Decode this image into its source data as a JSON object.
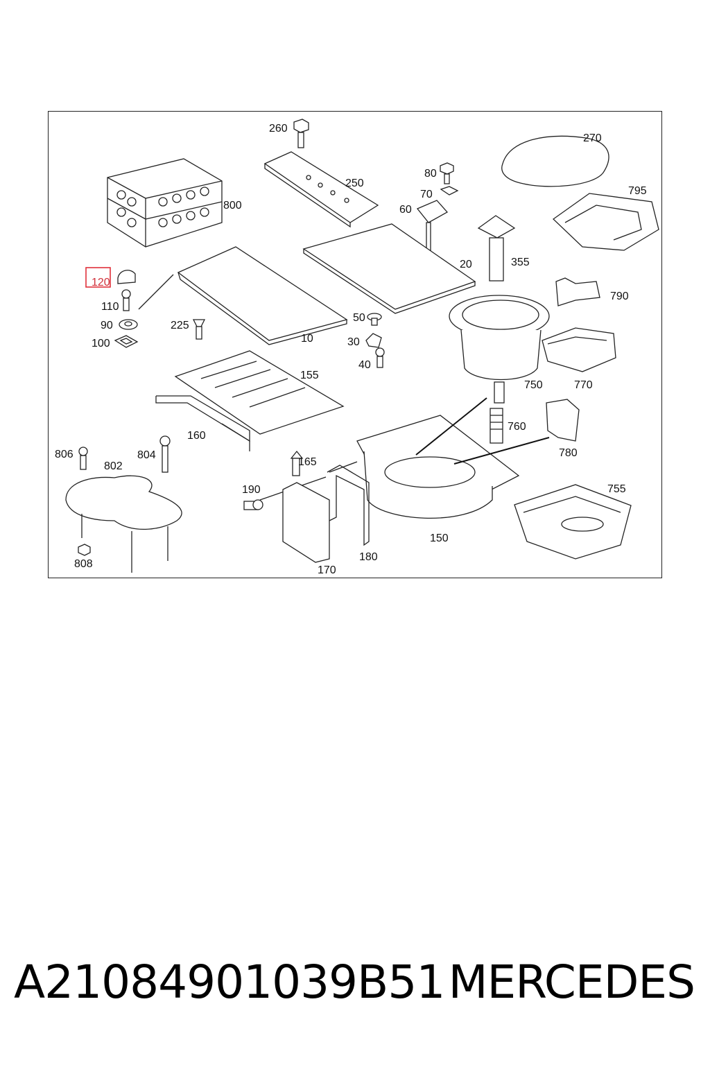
{
  "diagram": {
    "highlighted_part": "120",
    "labels": {
      "p260": "260",
      "p250": "250",
      "p270": "270",
      "p800": "800",
      "p80": "80",
      "p70": "70",
      "p795": "795",
      "p60": "60",
      "p20": "20",
      "p355": "355",
      "p120": "120",
      "p110": "110",
      "p790": "790",
      "p90": "90",
      "p225": "225",
      "p100": "100",
      "p10": "10",
      "p50": "50",
      "p30": "30",
      "p40": "40",
      "p155": "155",
      "p750": "750",
      "p770": "770",
      "p160": "160",
      "p760": "760",
      "p806": "806",
      "p804": "804",
      "p780": "780",
      "p802": "802",
      "p165": "165",
      "p190": "190",
      "p755": "755",
      "p150": "150",
      "p808": "808",
      "p180": "180",
      "p170": "170"
    }
  },
  "footer": {
    "part_number": "A21084901039B51",
    "brand": "MERCEDES"
  }
}
